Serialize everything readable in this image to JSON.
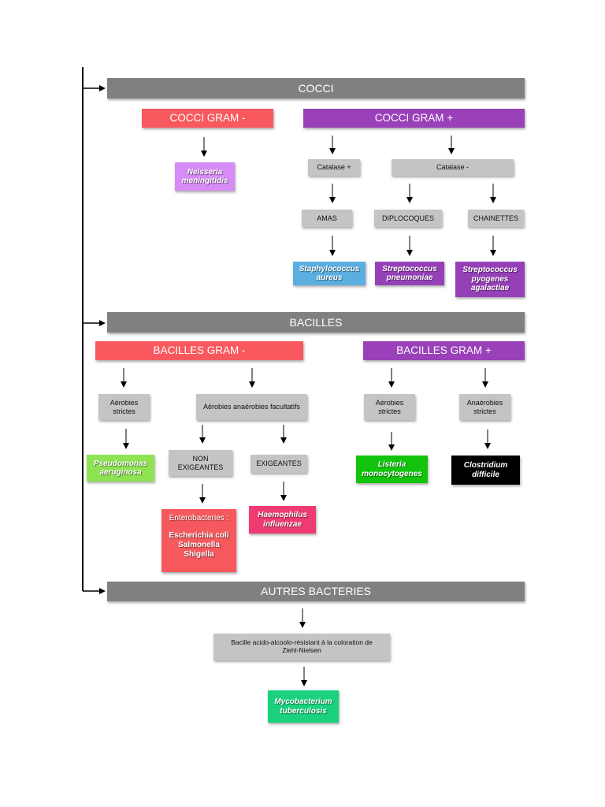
{
  "sections": {
    "cocci": "COCCI",
    "bacilles": "BACILLES",
    "autres": "AUTRES BACTERIES"
  },
  "cocci": {
    "gram_neg": "COCCI GRAM -",
    "gram_pos": "COCCI GRAM +",
    "neg_species": [
      "Neisseria",
      "meningitidis"
    ],
    "catalase_pos": "Catalase +",
    "catalase_neg": "Catalase -",
    "amas": "AMAS",
    "diplocoques": "DIPLOCOQUES",
    "chainettes": "CHAINETTES",
    "staph": [
      "Staphylococcus",
      "aureus"
    ],
    "strep_pneumo": [
      "Streptococcus",
      "pneumoniae"
    ],
    "strep_pyo": [
      "Streptococcus",
      "pyogenes",
      "agalactiae"
    ]
  },
  "bacilles": {
    "gram_neg": "BACILLES GRAM -",
    "gram_pos": "BACILLES GRAM +",
    "aer_strictes_neg": [
      "Aérobies",
      "strictes"
    ],
    "aer_anaer_fac": "Aérobies anaérobies facultatifs",
    "aer_strictes_pos": [
      "Aérobies",
      "strictes"
    ],
    "anaer_strictes": [
      "Anaérobies",
      "strictes"
    ],
    "non_exigeantes": [
      "NON",
      "EXIGEANTES"
    ],
    "exigeantes": "EXIGEANTES",
    "pseudomonas": [
      "Pseudomonas",
      "aeruginosa"
    ],
    "entero_title": "Enterobacteries :",
    "entero_list": [
      "Escherichia coli",
      "Salmonella",
      "Shigella"
    ],
    "haemophilus": [
      "Haemophilus",
      "influenzae"
    ],
    "listeria": [
      "Listeria",
      "monocytogenes"
    ],
    "clostridium": [
      "Clostridium",
      "difficile"
    ]
  },
  "autres": {
    "baar": [
      "Bacille acido-alcoolo-résistant à la coloration de",
      "Ziehl-Nielsen"
    ],
    "myco": [
      "Mycobacterium",
      "tuberculosis"
    ]
  },
  "colors": {
    "header": "#808080",
    "gram_neg": "#f8595e",
    "gram_pos": "#9a41b9",
    "step": "#c4c4c4"
  }
}
